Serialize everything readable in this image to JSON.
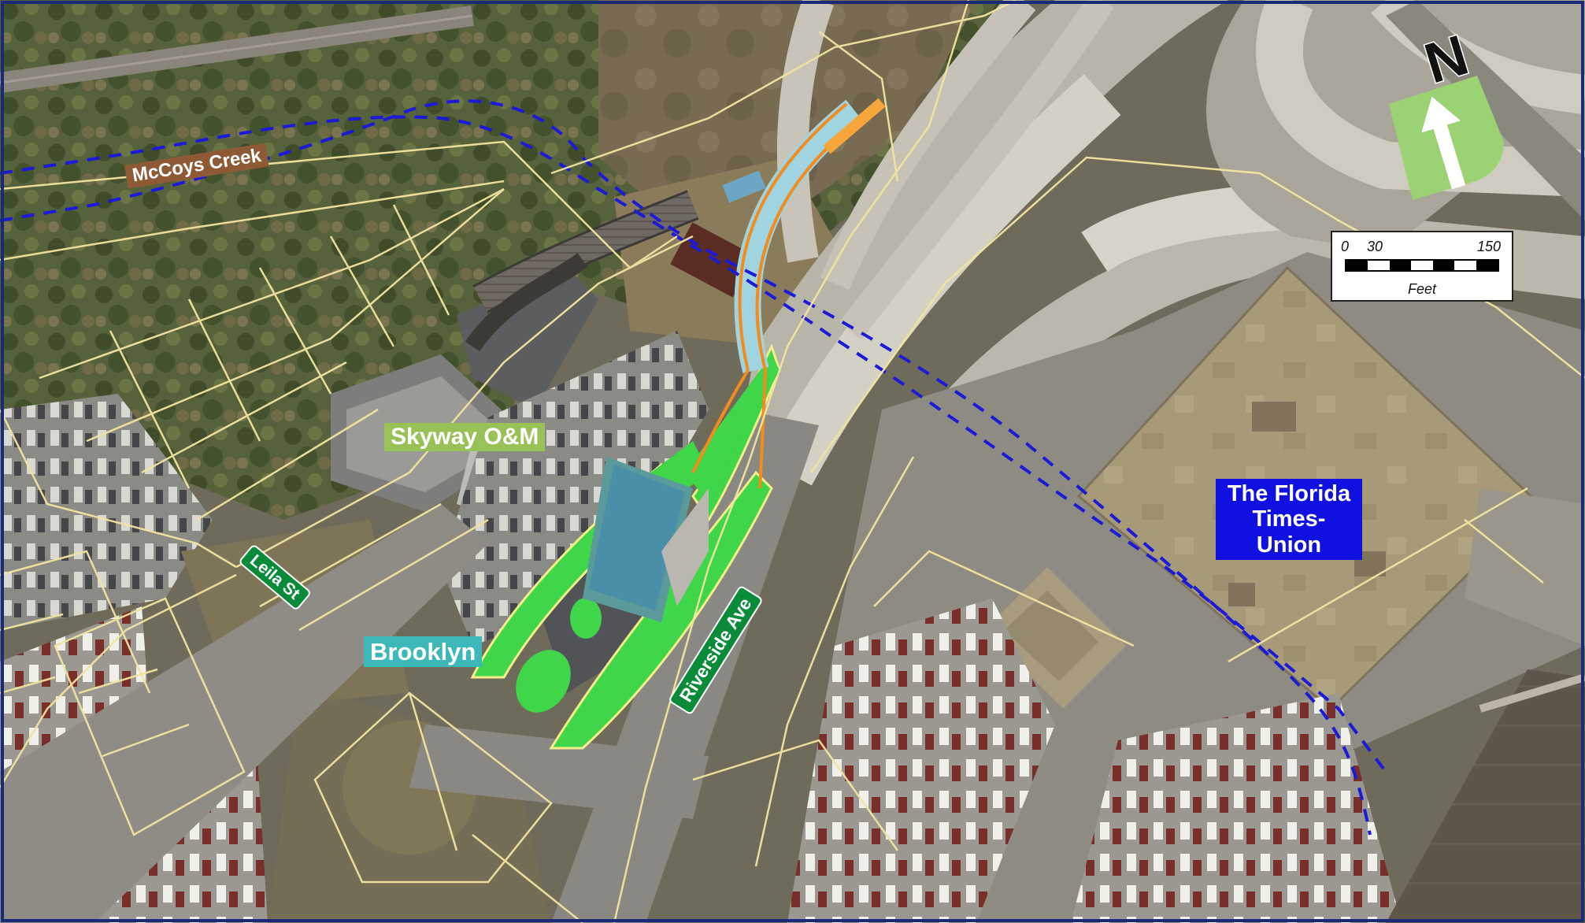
{
  "map": {
    "labels": {
      "creek": "McCoys Creek",
      "om_facility": "Skyway O&M",
      "station": "Brooklyn",
      "building": "The Florida Times-Union",
      "street_leila": "Leila St",
      "street_riverside": "Riverside Ave"
    },
    "north_arrow": {
      "letter": "N",
      "icon": "north-arrow-icon"
    },
    "scale_bar": {
      "ticks": [
        "0",
        "30",
        "150"
      ],
      "unit": "Feet"
    },
    "colors": {
      "parcel_lines": "#f2e4a0",
      "creek_line": "#1a1ad8",
      "landscape": "#3fd64a",
      "platform": "#5aa0d8",
      "guideway": "#f28c1e",
      "guideway_fill": "#9fd4e0",
      "map_border": "#1a2a78"
    }
  }
}
